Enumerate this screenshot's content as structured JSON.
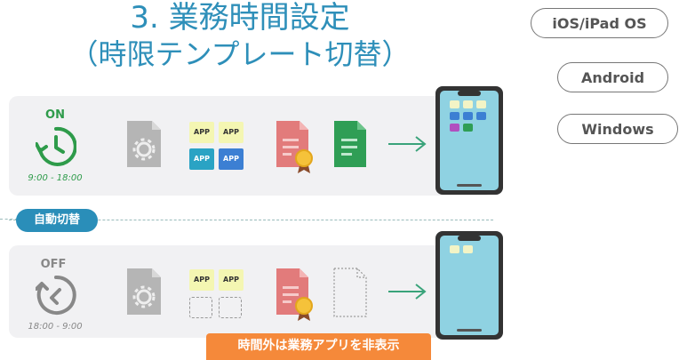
{
  "title": {
    "line1": "3. 業務時間設定",
    "line2": "（時限テンプレート切替）"
  },
  "os_tags": [
    "iOS/iPad OS",
    "Android",
    "Windows"
  ],
  "on_row": {
    "state": "ON",
    "time": "9:00 - 18:00"
  },
  "off_row": {
    "state": "OFF",
    "time": "18:00 - 9:00"
  },
  "switch_badge": "自動切替",
  "app_tile_label": "APP",
  "footer_note": "時間外は業務アプリを非表示",
  "colors": {
    "accent_blue": "#2e8fb9",
    "on_green": "#2e9b4a",
    "off_gray": "#888888",
    "warning_orange": "#f5893a",
    "phone_screen": "#8fd2e2"
  }
}
